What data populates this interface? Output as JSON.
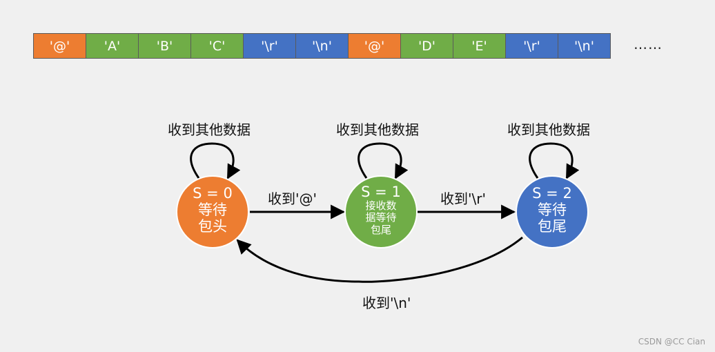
{
  "byte_stream": [
    {
      "text": "'@'",
      "color": "#ED7D31"
    },
    {
      "text": "'A'",
      "color": "#70AD47"
    },
    {
      "text": "'B'",
      "color": "#70AD47"
    },
    {
      "text": "'C'",
      "color": "#70AD47"
    },
    {
      "text": "'\\r'",
      "color": "#4472C4"
    },
    {
      "text": "'\\n'",
      "color": "#4472C4"
    },
    {
      "text": "'@'",
      "color": "#ED7D31"
    },
    {
      "text": "'D'",
      "color": "#70AD47"
    },
    {
      "text": "'E'",
      "color": "#70AD47"
    },
    {
      "text": "'\\r'",
      "color": "#4472C4"
    },
    {
      "text": "'\\n'",
      "color": "#4472C4"
    }
  ],
  "ellipsis": "……",
  "states": [
    {
      "title": "S = 0",
      "line1": "等待",
      "line2": "包头",
      "color": "#ED7D31",
      "border": "#ffffff"
    },
    {
      "title": "S = 1",
      "line1": "接收数",
      "line2": "据等待",
      "line3": "包尾",
      "color": "#70AD47",
      "border": "#ffffff"
    },
    {
      "title": "S = 2",
      "line1": "等待",
      "line2": "包尾",
      "color": "#4472C4",
      "border": "#ffffff"
    }
  ],
  "self_loop_label": "收到其他数据",
  "transitions": {
    "t01": "收到'@'",
    "t12": "收到'\\r'",
    "t20": "收到'\\n'"
  },
  "watermark": "CSDN @CC Cian"
}
